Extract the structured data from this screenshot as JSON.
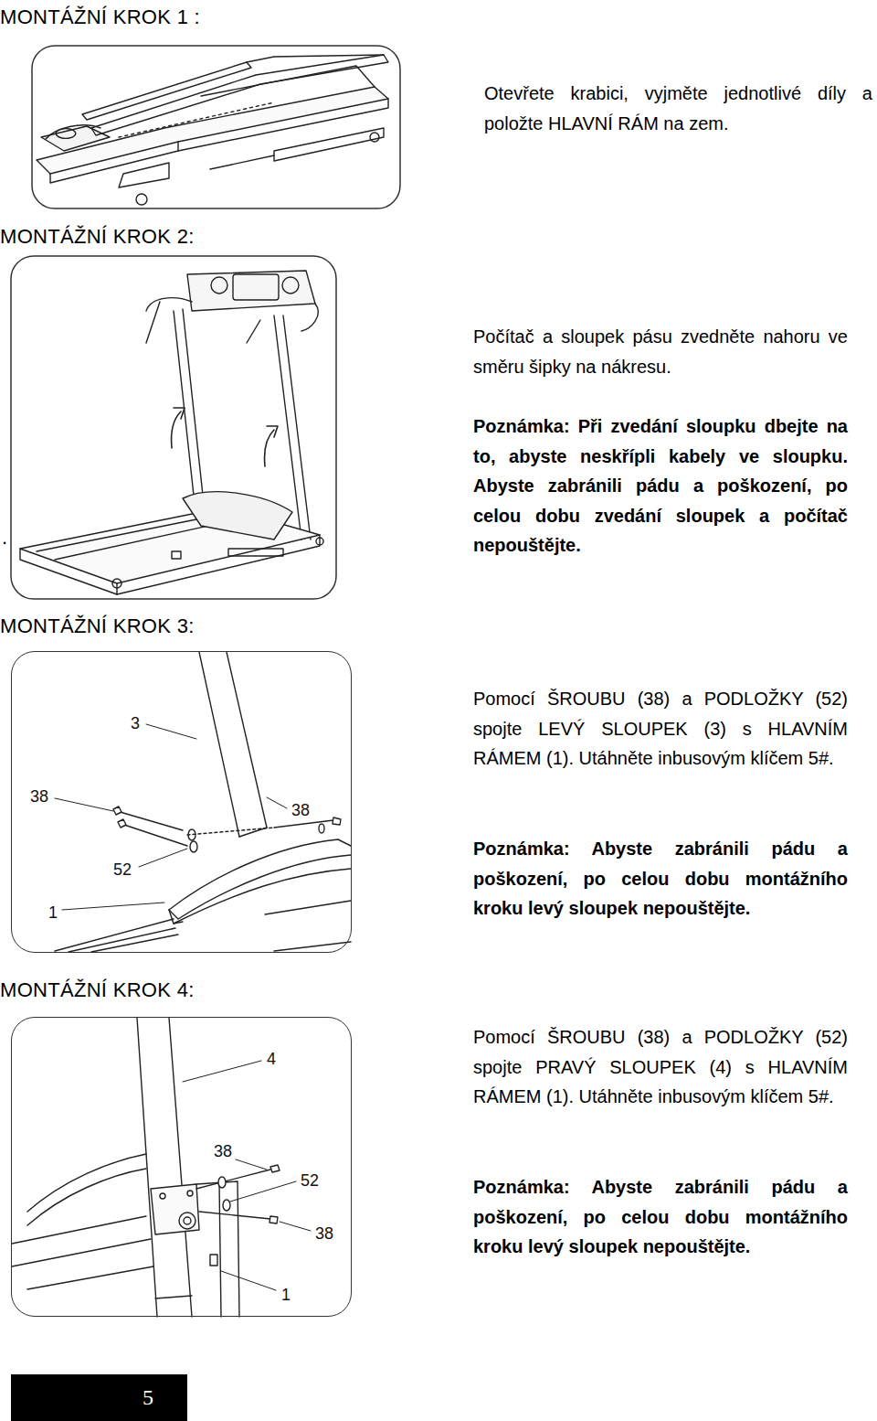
{
  "diagram": {
    "nodes": [
      {
        "text": [
          "3",
          "38",
          "38",
          "52",
          "1"
        ]
      },
      {
        "text": [
          "4",
          "38",
          "52",
          "38",
          "1"
        ]
      },
      {
        "text": [
          "5"
        ]
      }
    ],
    "labels": [
      "MONTÁŽNÍ KROK 1 :",
      "Otevřete krabici, vyjměte jednotlivé díly a položte HLAVNÍ RÁM na zem.",
      "MONTÁŽNÍ KROK 2:",
      "Počítač a sloupek pásu zvedněte nahoru ve směru šipky na nákresu.",
      "Poznámka: Při zvedání sloupku dbejte na to, abyste neskřípli kabely ve sloupku. Abyste zabránili pádu a poškození, po celou dobu zvedání sloupek a počítač nepouštějte.",
      ".",
      "MONTÁŽNÍ KROK 3:",
      "Pomocí ŠROUBU (38) a PODLOŽKY (52) spojte LEVÝ SLOUPEK (3) s HLAVNÍM RÁMEM (1). Utáhněte inbusovým klíčem 5#.",
      "Poznámka: Abyste zabránili pádu a poškození, po celou dobu montážního kroku levý sloupek nepouštějte.",
      "MONTÁŽNÍ KROK 4:",
      "Pomocí ŠROUBU (38) a PODLOŽKY (52) spojte PRAVÝ SLOUPEK (4) s HLAVNÍM RÁMEM (1). Utáhněte inbusovým klíčem 5#.",
      "Poznámka: Abyste zabránili pádu a poškození, po celou dobu montážního kroku levý sloupek nepouštějte."
    ]
  }
}
